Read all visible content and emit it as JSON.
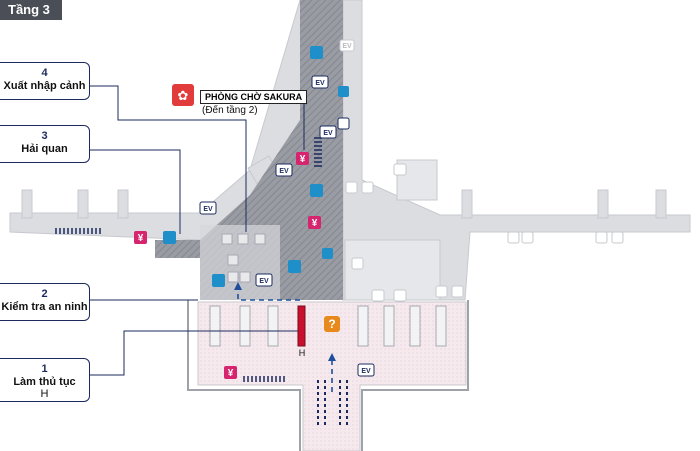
{
  "floor_label": "Tầng 3",
  "steps": [
    {
      "number": "4",
      "label": "Xuất nhập cảnh",
      "sub": ""
    },
    {
      "number": "3",
      "label": "Hải quan",
      "sub": ""
    },
    {
      "number": "2",
      "label": "Kiểm tra an ninh",
      "sub": ""
    },
    {
      "number": "1",
      "label": "Làm thủ tục",
      "sub": "H"
    }
  ],
  "lounge": {
    "name": "PHÒNG CHỜ SAKURA",
    "note": "(Đến tầng 2)"
  },
  "counter_label": "H",
  "elevator_label": "EV",
  "info_symbol": "?",
  "yen_symbol": "¥",
  "colors": {
    "accent_navy": "#1b2a5e",
    "yen_pink": "#d6246e",
    "info_orange": "#e7891b",
    "lounge_red": "#e23b3b",
    "checkin_red": "#c8102e",
    "restroom_blue": "#1f8fc9",
    "route_dashes": "#1f4f9c"
  },
  "icons": [
    "sakura-logo-icon",
    "yen-exchange-icon",
    "restroom-icon",
    "elevator-icon",
    "info-icon",
    "escalator-icon",
    "baby-care-icon",
    "accessible-restroom-icon",
    "route-arrow-icon"
  ]
}
